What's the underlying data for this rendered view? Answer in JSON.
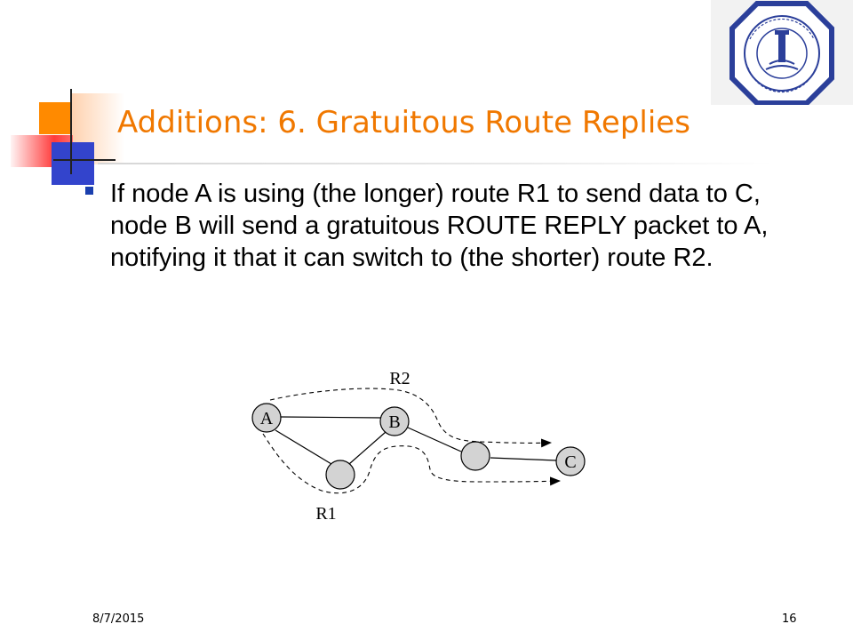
{
  "slide": {
    "title": "Additions: 6. Gratuitous Route Replies",
    "bullet": "If node A is using (the longer) route R1 to send data to C, node B will send a gratuitous ROUTE REPLY packet to A, notifying it that it can switch to (the shorter) route R2.",
    "footer_date": "8/7/2015",
    "page_number": "16"
  },
  "diagram": {
    "nodes": [
      {
        "id": "A",
        "label": "A"
      },
      {
        "id": "B",
        "label": "B"
      },
      {
        "id": "n3",
        "label": ""
      },
      {
        "id": "n4",
        "label": ""
      },
      {
        "id": "C",
        "label": "C"
      }
    ],
    "route_labels": {
      "r1": "R1",
      "r2": "R2"
    }
  },
  "colors": {
    "title": "#f07800",
    "bullet": "#1a3fae",
    "node_fill": "#d3d3d3"
  },
  "icons": [
    "university-seal-logo",
    "square-bullet-icon"
  ]
}
